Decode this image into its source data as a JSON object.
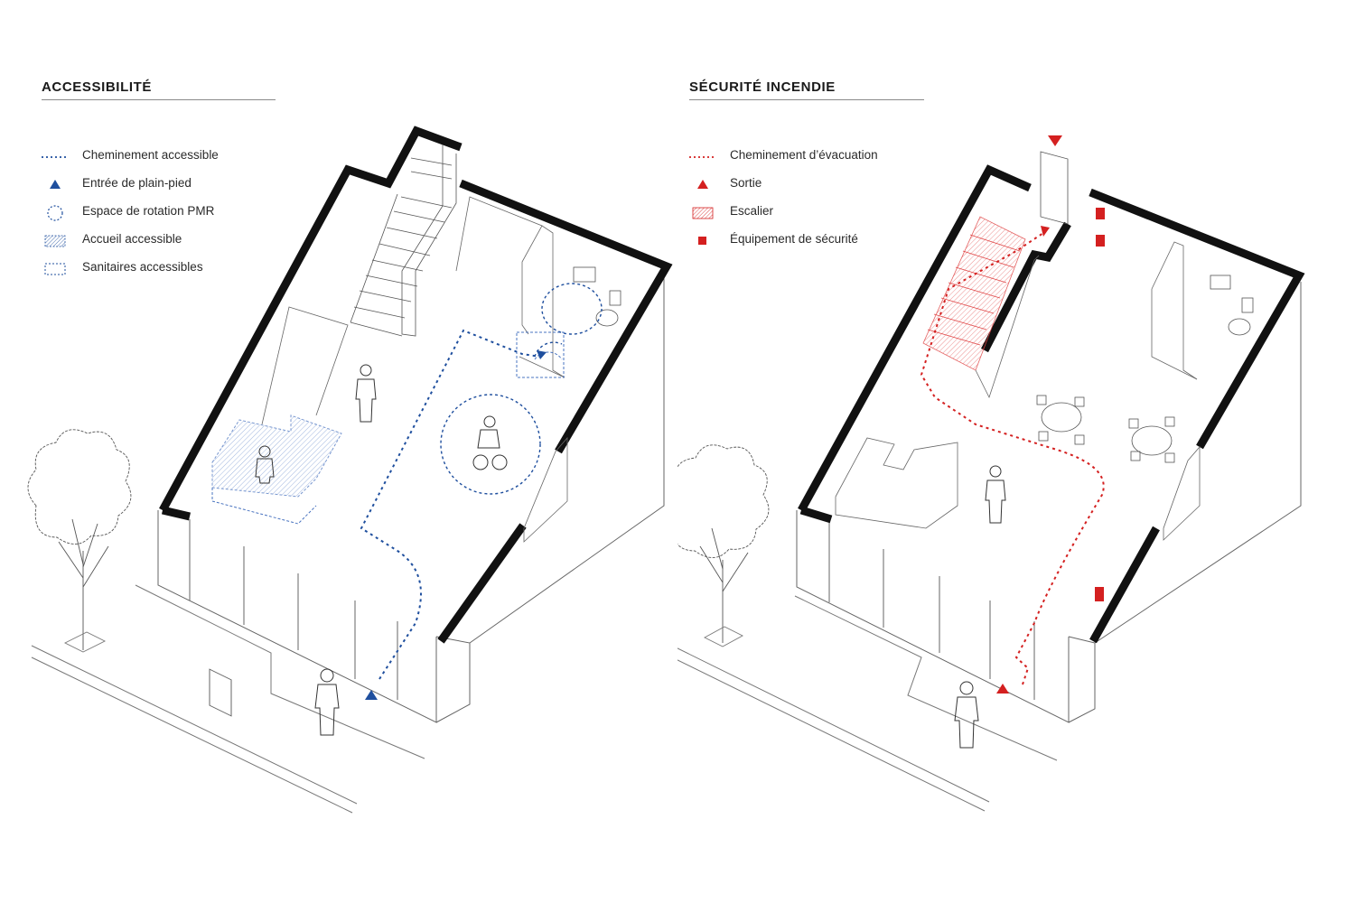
{
  "accessibility": {
    "title": "ACCESSIBILITÉ",
    "accent_color": "#1f4f9e",
    "legend": [
      {
        "symbol": "dotted-line",
        "label": "Cheminement accessible"
      },
      {
        "symbol": "triangle",
        "label": "Entrée de plain-pied"
      },
      {
        "symbol": "dashed-circle",
        "label": "Espace de rotation PMR"
      },
      {
        "symbol": "hatched-rect",
        "label": "Accueil accessible"
      },
      {
        "symbol": "dashed-rect",
        "label": "Sanitaires accessibles"
      }
    ]
  },
  "fire_safety": {
    "title": "SÉCURITÉ INCENDIE",
    "accent_color": "#d42020",
    "legend": [
      {
        "symbol": "dotted-line",
        "label": "Cheminement d’évacuation"
      },
      {
        "symbol": "triangle",
        "label": "Sortie"
      },
      {
        "symbol": "hatched-rect",
        "label": "Escalier"
      },
      {
        "symbol": "filled-square",
        "label": "Équipement de sécurité"
      }
    ]
  }
}
